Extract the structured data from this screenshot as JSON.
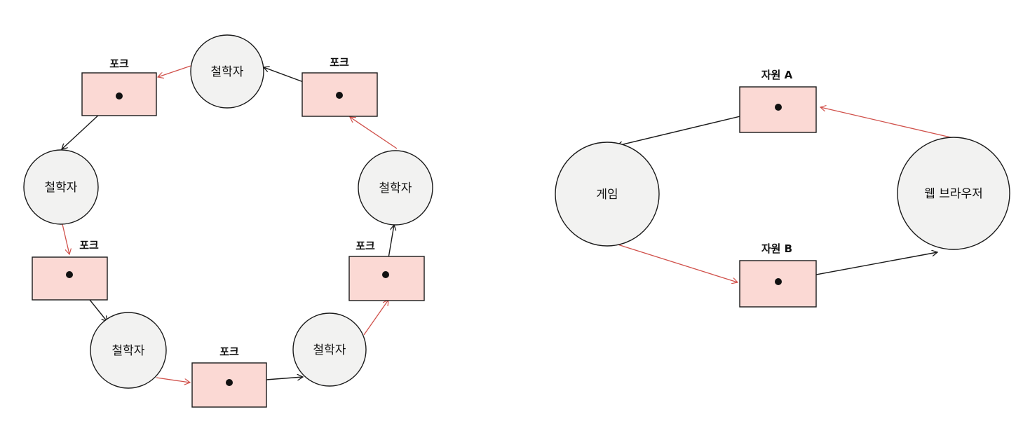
{
  "diagrams": [
    {
      "nodes": [
        {
          "id": "p1",
          "kind": "philosopher",
          "label": "철학자"
        },
        {
          "id": "p2",
          "kind": "philosopher",
          "label": "철학자"
        },
        {
          "id": "p3",
          "kind": "philosopher",
          "label": "철학자"
        },
        {
          "id": "p4",
          "kind": "philosopher",
          "label": "철학자"
        },
        {
          "id": "p5",
          "kind": "philosopher",
          "label": "철학자"
        },
        {
          "id": "f1",
          "kind": "fork",
          "label": "포크"
        },
        {
          "id": "f2",
          "kind": "fork",
          "label": "포크"
        },
        {
          "id": "f3",
          "kind": "fork",
          "label": "포크"
        },
        {
          "id": "f4",
          "kind": "fork",
          "label": "포크"
        },
        {
          "id": "f5",
          "kind": "fork",
          "label": "포크"
        }
      ],
      "edges": [
        {
          "from": "p1",
          "to": "f1",
          "style": "request"
        },
        {
          "from": "f1",
          "to": "p2",
          "style": "held"
        },
        {
          "from": "p2",
          "to": "f2",
          "style": "request"
        },
        {
          "from": "f2",
          "to": "p3",
          "style": "held"
        },
        {
          "from": "p3",
          "to": "f3",
          "style": "request"
        },
        {
          "from": "f3",
          "to": "p4",
          "style": "held"
        },
        {
          "from": "p4",
          "to": "f4",
          "style": "request"
        },
        {
          "from": "f4",
          "to": "p5",
          "style": "held"
        },
        {
          "from": "p5",
          "to": "f5",
          "style": "request"
        },
        {
          "from": "f5",
          "to": "p1",
          "style": "held"
        }
      ]
    },
    {
      "nodes": [
        {
          "id": "game",
          "kind": "process",
          "label": "게임"
        },
        {
          "id": "browser",
          "kind": "process",
          "label": "웹 브라우저"
        },
        {
          "id": "resA",
          "kind": "resource",
          "label": "자원 A"
        },
        {
          "id": "resB",
          "kind": "resource",
          "label": "자원 B"
        }
      ],
      "edges": [
        {
          "from": "resA",
          "to": "game",
          "style": "held"
        },
        {
          "from": "game",
          "to": "resB",
          "style": "request"
        },
        {
          "from": "resB",
          "to": "browser",
          "style": "held"
        },
        {
          "from": "browser",
          "to": "resA",
          "style": "request"
        }
      ]
    }
  ],
  "colors": {
    "held_edge": "#1a1a1a",
    "request_edge": "#d0504a",
    "resource_fill": "#fbd9d4",
    "process_fill": "#f2f2f1"
  }
}
